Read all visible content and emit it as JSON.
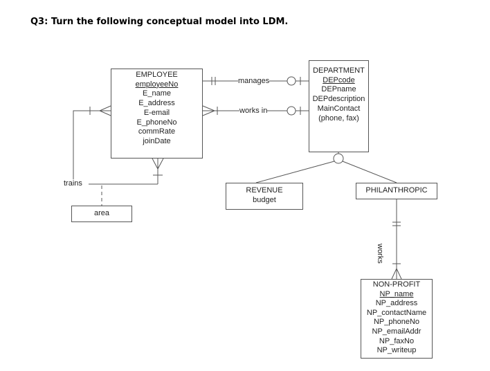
{
  "question": "Q3: Turn the following conceptual model into LDM.",
  "entities": {
    "employee": {
      "name": "EMPLOYEE",
      "attributes": [
        "employeeNo",
        "E_name",
        "E_address",
        "E-email",
        "E_phoneNo",
        "commRate",
        "joinDate"
      ]
    },
    "department": {
      "name": "DEPARTMENT",
      "attributes": [
        "DEPcode",
        "DEPname",
        "DEPdescription",
        "MainContact",
        "(phone, fax)"
      ]
    },
    "revenue": {
      "name": "REVENUE",
      "attributes": [
        "budget"
      ]
    },
    "philanthropic": {
      "name": "PHILANTHROPIC"
    },
    "area": {
      "name": "area"
    },
    "nonprofit": {
      "name": "NON-PROFIT",
      "attributes": [
        "NP_name",
        "NP_address",
        "NP_contactName",
        "NP_phoneNo",
        "NP_emailAddr",
        "NP_faxNo",
        "NP_writeup"
      ]
    }
  },
  "relationships": {
    "manages": "manages",
    "works_in": "works in",
    "trains": "trains",
    "works": "works"
  }
}
